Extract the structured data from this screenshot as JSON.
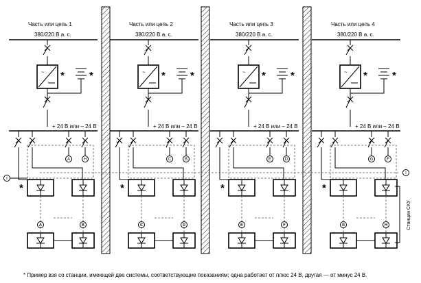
{
  "sections": [
    {
      "title": "Часть или цепь 1",
      "supply": "380/220 В а. с.",
      "dc": "+ 24 В или – 24 В",
      "out_a": "A",
      "out_b": "H",
      "in_top": "",
      "in_bot_l": "A",
      "in_bot_r": "B"
    },
    {
      "title": "Часть или цепь 2",
      "supply": "380/220 В а. с.",
      "dc": "+ 24 В или – 24 В",
      "out_a": "C",
      "out_b": "B",
      "in_top": "",
      "in_bot_l": "C",
      "in_bot_r": "D"
    },
    {
      "title": "Часть или цепь 3",
      "supply": "380/220 В а. с.",
      "dc": "+ 24 В или – 24 В",
      "out_a": "E",
      "out_b": "D",
      "in_top": "",
      "in_bot_l": "E",
      "in_bot_r": "F"
    },
    {
      "title": "Часть или цепь 4",
      "supply": "380/220 В а. с.",
      "dc": "+ 24 В или – 24 В",
      "out_a": "G",
      "out_b": "F",
      "in_top": "",
      "in_bot_l": "G",
      "in_bot_r": "H"
    }
  ],
  "left_input": "I",
  "right_input": "I",
  "asterisk": "*",
  "side_label": "Станции СКУ",
  "footnote": "* Пример взя  со станции, имеющей две системы, соответствующие показаниям; одна работает от плюс 24 В, другая — от минус 24 В."
}
